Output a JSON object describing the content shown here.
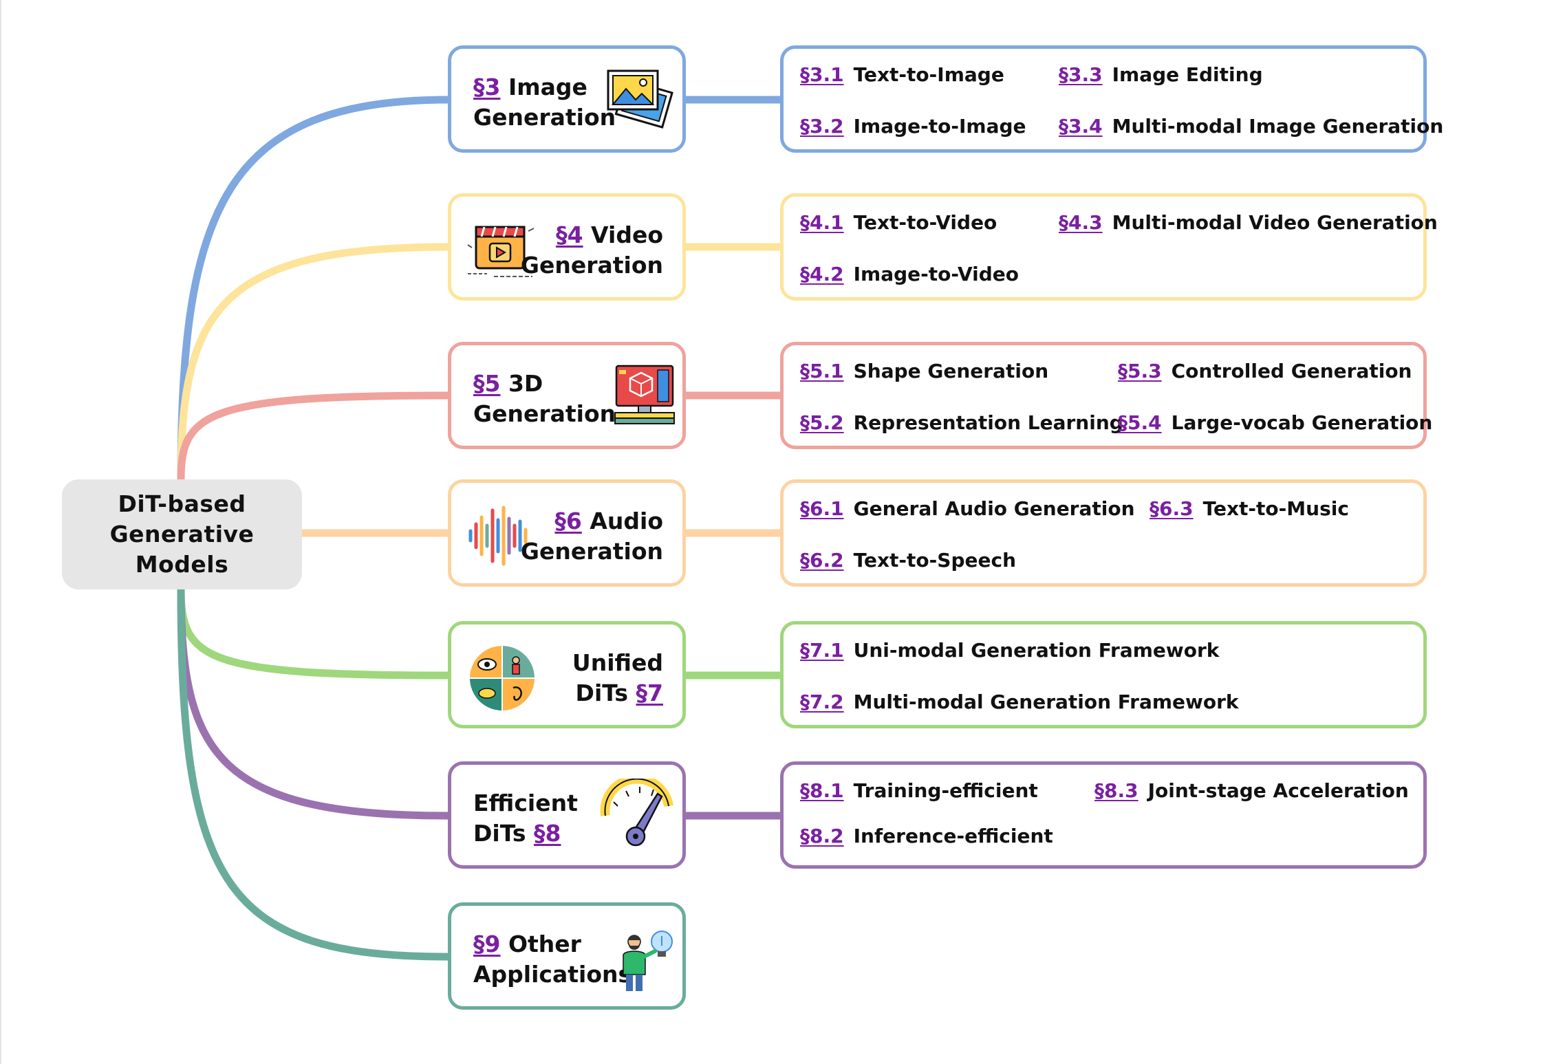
{
  "root": {
    "line1": "DiT-based",
    "line2": "Generative Models"
  },
  "colors": {
    "image": "#7fa8e0",
    "video": "#fde49a",
    "threed": "#f0a29c",
    "audio": "#fdd3a2",
    "unified": "#9fd77c",
    "efficient": "#9b72b0",
    "other": "#6aac9c",
    "link": "#7b1fa2"
  },
  "categories": [
    {
      "key": "image",
      "sec": "§3",
      "rest1": "Image",
      "line2": "Generation",
      "icon": "image-gallery-icon",
      "items": [
        {
          "sec": "§3.1",
          "text": "Text-to-Image"
        },
        {
          "sec": "§3.3",
          "text": "Image Editing"
        },
        {
          "sec": "§3.2",
          "text": "Image-to-Image"
        },
        {
          "sec": "§3.4",
          "text": "Multi-modal Image Generation"
        }
      ]
    },
    {
      "key": "video",
      "sec": "§4",
      "rest1": "Video",
      "line2": "Generation",
      "icon": "video-player-icon",
      "items": [
        {
          "sec": "§4.1",
          "text": "Text-to-Video"
        },
        {
          "sec": "§4.3",
          "text": "Multi-modal Video Generation"
        },
        {
          "sec": "§4.2",
          "text": "Image-to-Video"
        }
      ]
    },
    {
      "key": "threed",
      "sec": "§5",
      "rest1": "3D",
      "line2": "Generation",
      "icon": "3d-monitor-icon",
      "items": [
        {
          "sec": "§5.1",
          "text": "Shape Generation"
        },
        {
          "sec": "§5.3",
          "text": "Controlled Generation"
        },
        {
          "sec": "§5.2",
          "text": "Representation Learning"
        },
        {
          "sec": "§5.4",
          "text": "Large-vocab Generation"
        }
      ]
    },
    {
      "key": "audio",
      "sec": "§6",
      "rest1": "Audio",
      "line2": "Generation",
      "icon": "sound-wave-icon",
      "items": [
        {
          "sec": "§6.1",
          "text": "General Audio Generation"
        },
        {
          "sec": "§6.3",
          "text": "Text-to-Music"
        },
        {
          "sec": "§6.2",
          "text": "Text-to-Speech"
        }
      ]
    },
    {
      "key": "unified",
      "line1": "Unified",
      "pre2": "DiTs",
      "sec": "§7",
      "icon": "multimodal-senses-icon",
      "items": [
        {
          "sec": "§7.1",
          "text": "Uni-modal Generation Framework"
        },
        {
          "sec": "§7.2",
          "text": "Multi-modal Generation Framework"
        }
      ]
    },
    {
      "key": "efficient",
      "line1": "Efficient",
      "pre2": "DiTs",
      "sec": "§8",
      "icon": "speedometer-icon",
      "items": [
        {
          "sec": "§8.1",
          "text": "Training-efficient"
        },
        {
          "sec": "§8.3",
          "text": "Joint-stage Acceleration"
        },
        {
          "sec": "§8.2",
          "text": "Inference-efficient"
        }
      ]
    },
    {
      "key": "other",
      "sec": "§9",
      "rest1": "Other",
      "line2": "Applications",
      "icon": "person-idea-bulb-icon",
      "items": []
    }
  ]
}
